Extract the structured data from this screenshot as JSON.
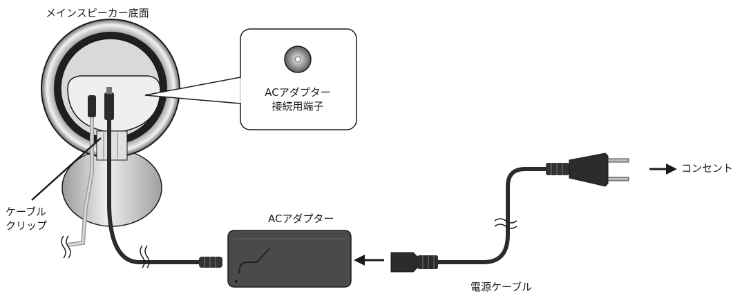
{
  "labels": {
    "speaker_bottom": "メインスピーカー底面",
    "port": "ACアダプター\n接続用端子",
    "cable_clip": "ケーブル\nクリップ",
    "ac_adapter": "ACアダプター",
    "outlet": "コンセント",
    "power_cable": "電源ケーブル"
  },
  "icons": [
    "speaker-base",
    "dc-jack-icon",
    "ac-adapter-box",
    "ac-plug-icon",
    "iec-connector-icon",
    "arrow-right-icon",
    "arrow-left-icon",
    "cable-break-icon"
  ],
  "colors": {
    "line": "#1a1a1a",
    "speaker_fill": "#c9c9c9",
    "speaker_inner": "#e6e6e6",
    "adapter_fill": "#4a4a4a",
    "cable": "#2b2b2b"
  }
}
